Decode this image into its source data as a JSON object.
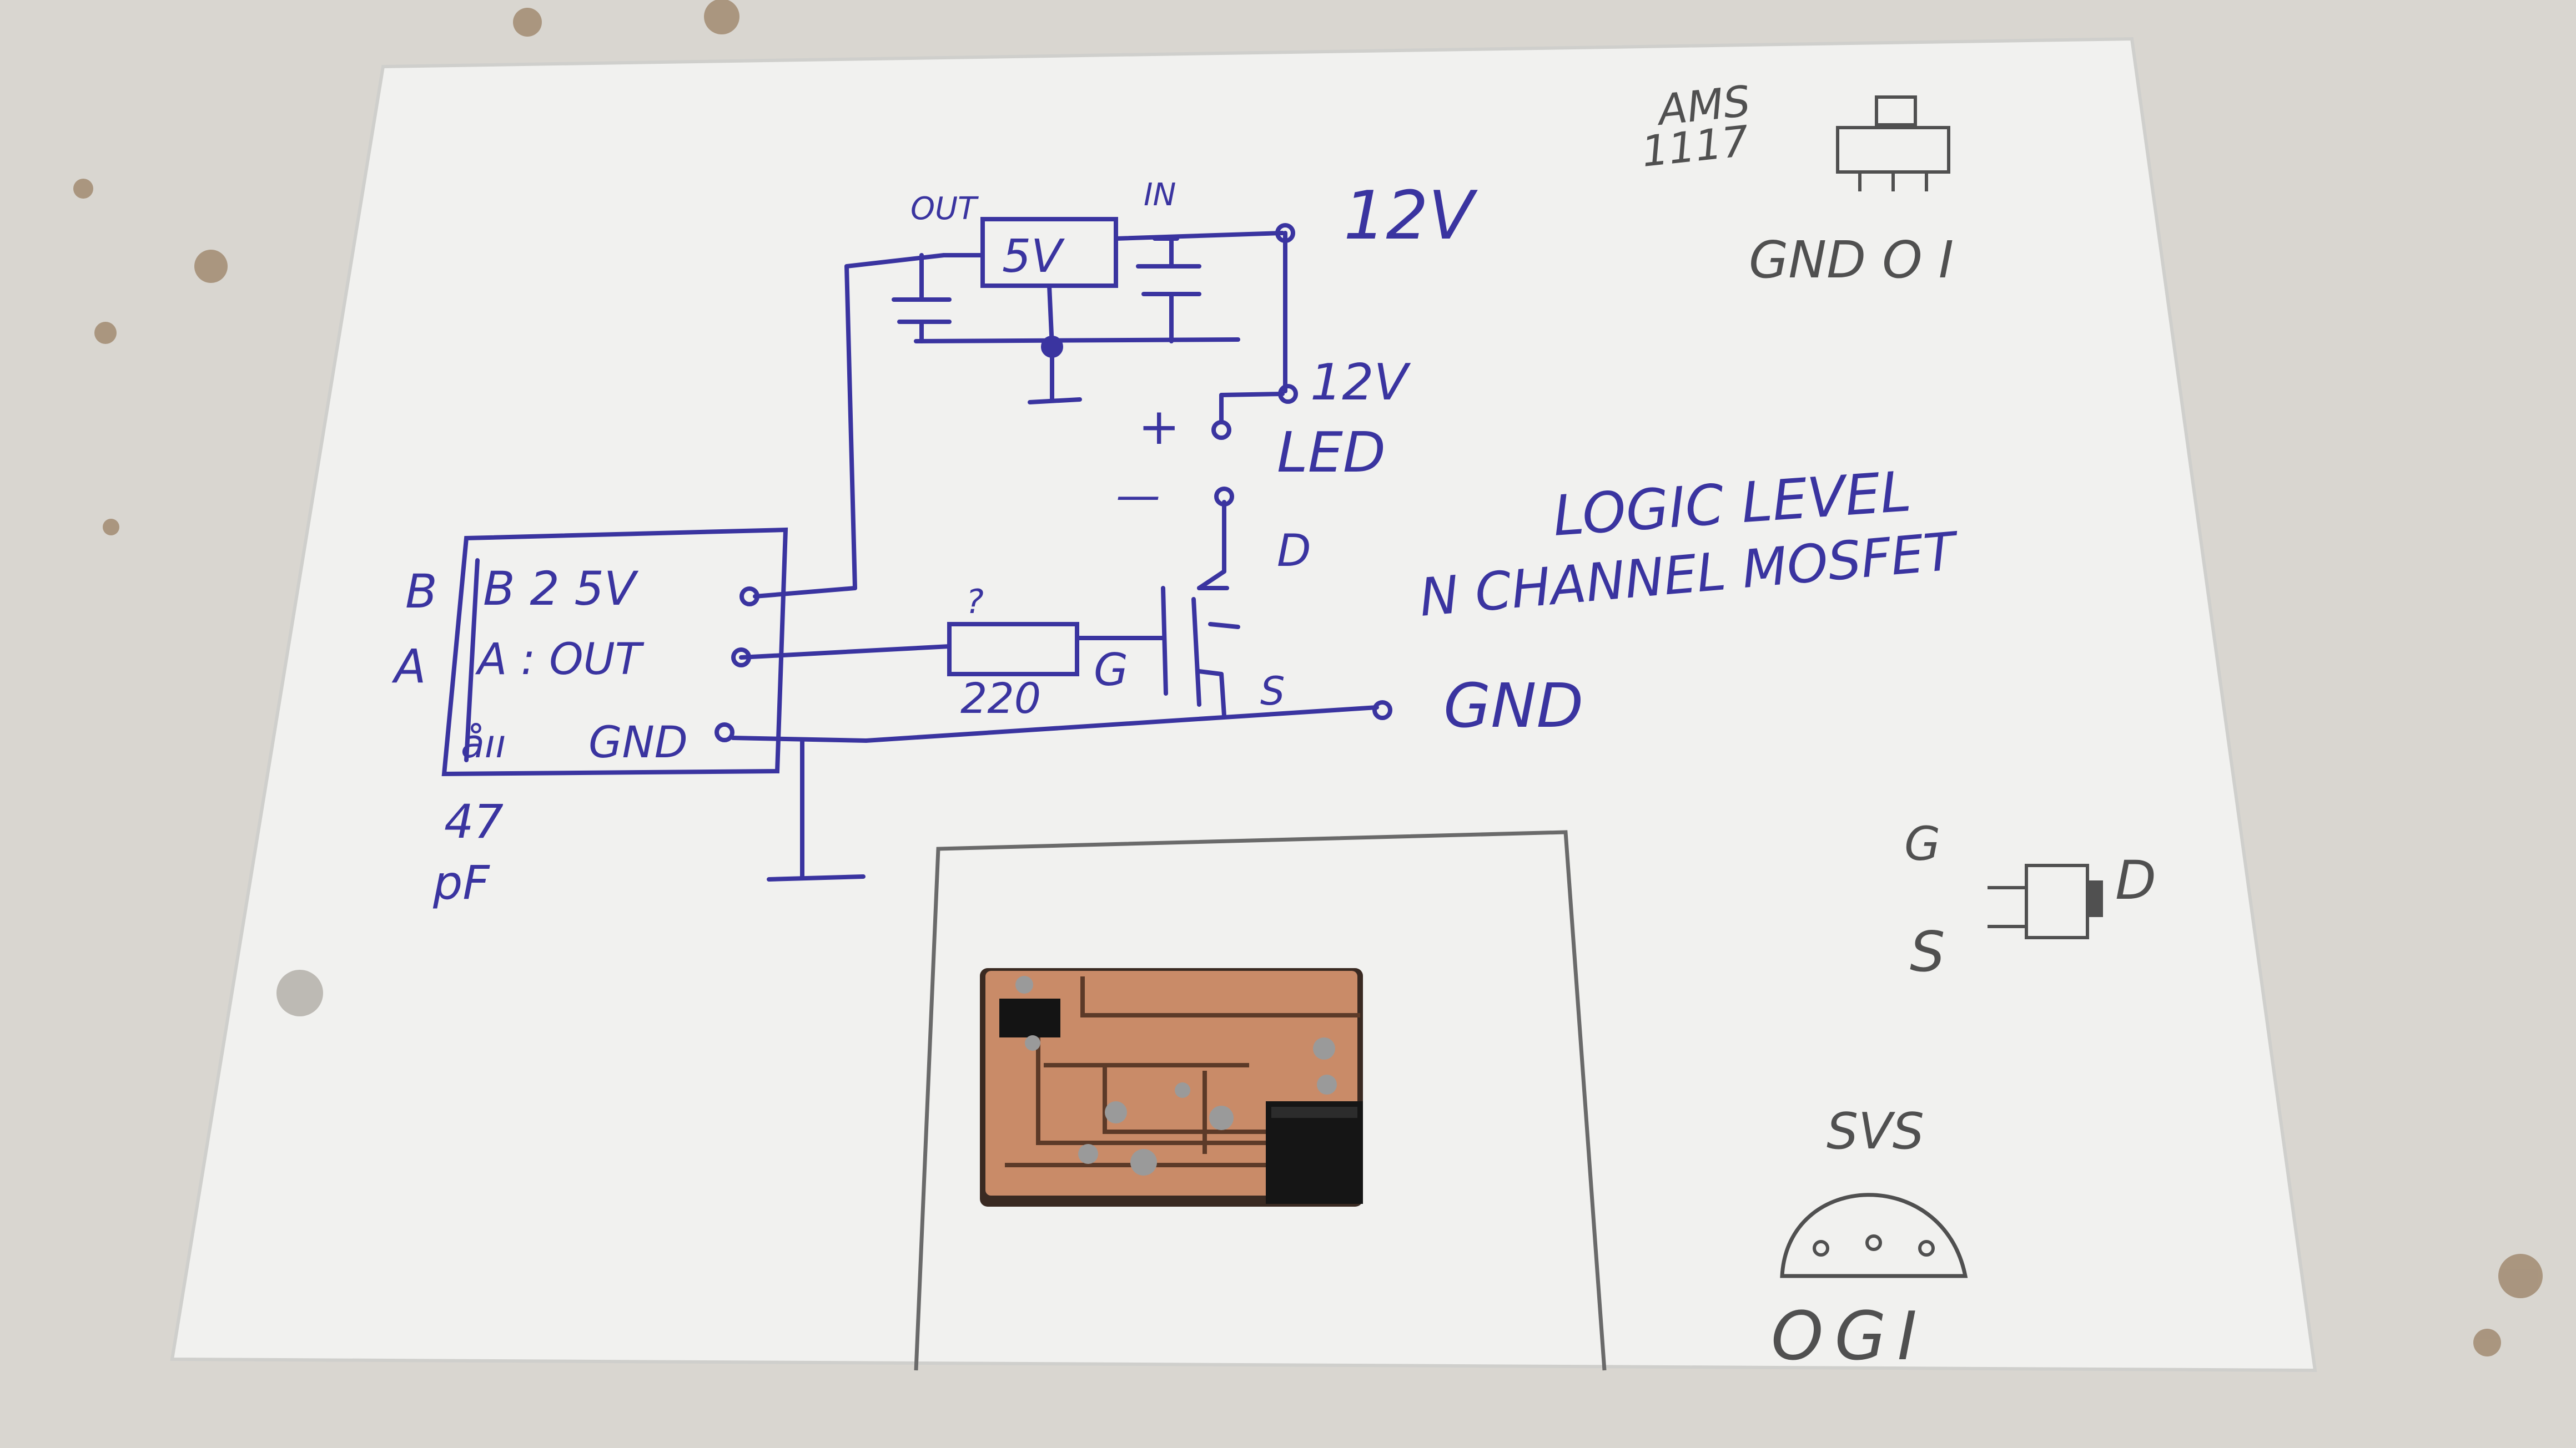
{
  "image": {
    "description_free": true,
    "colors": {
      "table": "#d9d6d0",
      "paper": "#f1f1ef",
      "ink": "#3a34a0",
      "pencil": "#505050",
      "copper": "#c98b68",
      "mosfet": "#151515"
    }
  },
  "schematic": {
    "regulator_label": "5V",
    "reg_out": "OUT",
    "reg_in": "IN",
    "supply_top": "12V",
    "supply_led": "12V",
    "led_plus": "+",
    "led_label": "LED",
    "led_minus": "—",
    "drain": "D",
    "gate": "G",
    "source": "S",
    "resistor_value": "220",
    "resistor_mark": "?",
    "gnd": "GND",
    "mosfet_line1": "LOGIC LEVEL",
    "mosfet_line2": "N CHANNEL MOSFET",
    "connector": {
      "row1_left": "B",
      "row1": "B 2 5V",
      "row2_left": "A",
      "row2": "A :  OUT",
      "row3": "GND",
      "row3_left": "åıı",
      "cap_value1": "47",
      "cap_value2": "pF"
    }
  },
  "notes": {
    "ams_line1": "AMS",
    "ams_line2": "1117",
    "ams_pins": "GND O  I",
    "mosfet_g": "G",
    "mosfet_s": "S",
    "mosfet_d": "D",
    "pkg_label": "SVS",
    "pkg_pins": "OGI"
  }
}
